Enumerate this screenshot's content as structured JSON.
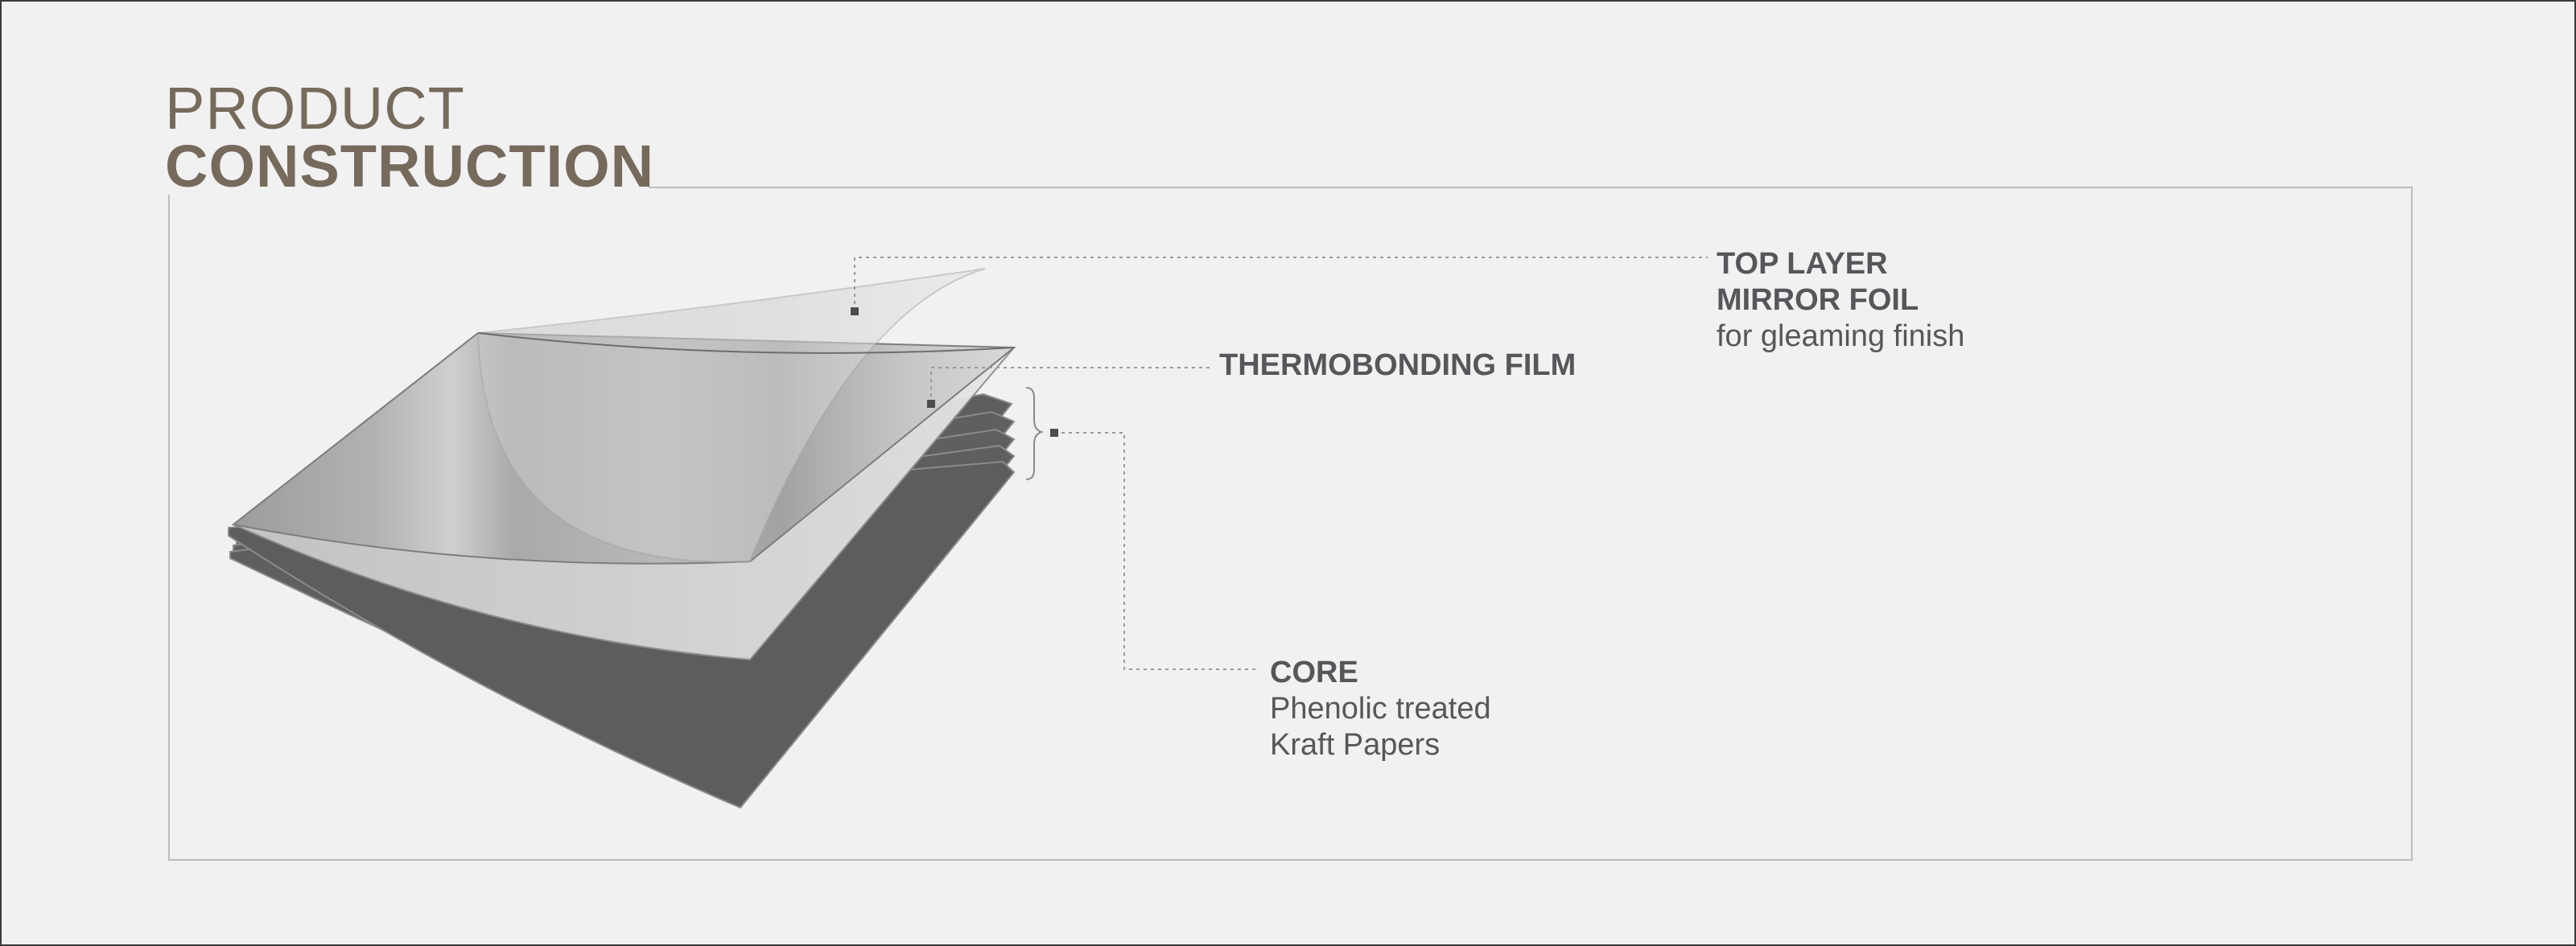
{
  "title": {
    "line1": "PRODUCT",
    "line2": "CONSTRUCTION"
  },
  "layers": {
    "top_layer": {
      "heading1": "TOP LAYER",
      "heading2": "MIRROR FOIL",
      "description": "for gleaming finish"
    },
    "film": {
      "heading": "THERMOBONDING FILM"
    },
    "core": {
      "heading": "CORE",
      "description1": "Phenolic treated",
      "description2": "Kraft Papers"
    }
  },
  "colors": {
    "title": "#766a5c",
    "label": "#55575a",
    "frame": "#bdbdbd",
    "core_sheet": "#5f5f5f",
    "foil": "#b9b9b9",
    "background": "#f1f1f1"
  }
}
